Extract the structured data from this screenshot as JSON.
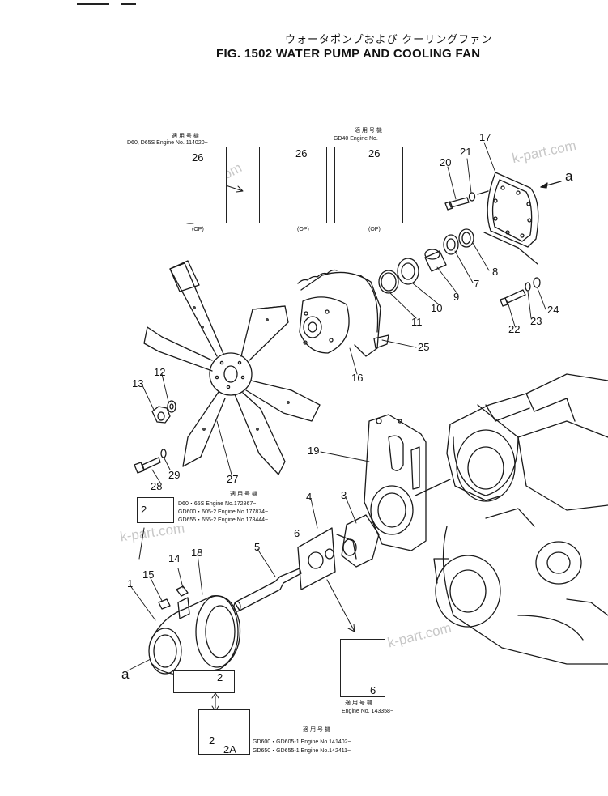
{
  "header": {
    "title_jp": "ウォータポンプおよび クーリングファン",
    "title_en": "FIG. 1502  WATER PUMP AND COOLING FAN"
  },
  "watermark": "k-part.com",
  "boxes": {
    "box1": {
      "model_jp": "適 用 号 機",
      "models": "D60, D65S  Engine No. 114020~",
      "part": "26",
      "note": "(OP)"
    },
    "box2": {
      "part": "26",
      "note": "(OP)"
    },
    "box3": {
      "model_jp": "適 用 号 機",
      "models": "GD40  Engine No.   ~",
      "part": "26",
      "note": "(OP)"
    },
    "box4": {
      "part": "2"
    },
    "box4_info": {
      "model_jp": "適 用 号 機",
      "lines": [
        "D60・65S        Engine No.172867~",
        "GD600・605-2    Engine No.177874~",
        "GD655・655-2    Engine No.178444~"
      ]
    },
    "box5": {
      "part": "2"
    },
    "box6": {
      "part": "6",
      "model_jp": "適 用 号 機",
      "engine": "Engine No. 143358~"
    },
    "box7": {
      "parts": [
        "2",
        "2A"
      ],
      "model_jp": "適 用 号 機",
      "lines": [
        "GD600・GD605-1  Engine No.141402~",
        "GD650・GD655-1  Engine No.142411~"
      ]
    }
  },
  "callouts": [
    "a",
    "17",
    "21",
    "20",
    "8",
    "7",
    "9",
    "10",
    "11",
    "22",
    "23",
    "24",
    "25",
    "16",
    "12",
    "13",
    "29",
    "28",
    "27",
    "19",
    "3",
    "4",
    "6",
    "5",
    "18",
    "14",
    "15",
    "1",
    "a",
    "2"
  ]
}
